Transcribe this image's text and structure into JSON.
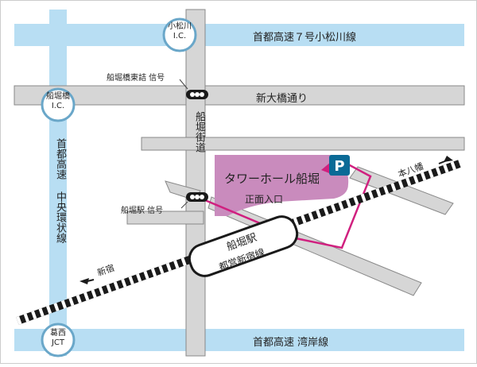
{
  "colors": {
    "expressway": "#b8def3",
    "road": "#d6d6d6",
    "road_outline": "#888888",
    "route": "#d0207f",
    "building": "#c98bbd",
    "parking": "#0a6a96",
    "rail_black": "#1a1a1a",
    "rail_white": "#ffffff",
    "border": "#cccccc"
  },
  "roads": {
    "expressway_7": "首都高速７号小松川線",
    "shin_ohashi": "新大橋通り",
    "funabori_kaido": "船堀街道",
    "expressway_central": "首都高速 中央環状線",
    "expressway_wangan": "首都高速 湾岸線"
  },
  "interchanges": {
    "komatsugawa": "小松川 I.C.",
    "funaborihashi": "船堀橋 I.C.",
    "kasai": "葛西 JCT"
  },
  "signals": {
    "east": "船堀橋東詰 信号",
    "station": "船堀駅 信号"
  },
  "venue": {
    "name": "タワーホール船堀",
    "entrance": "正面入口",
    "parking_label": "P"
  },
  "railway": {
    "station": "船堀駅",
    "line": "都営新宿線",
    "toward_west": "新宿",
    "toward_east": "本八幡"
  }
}
